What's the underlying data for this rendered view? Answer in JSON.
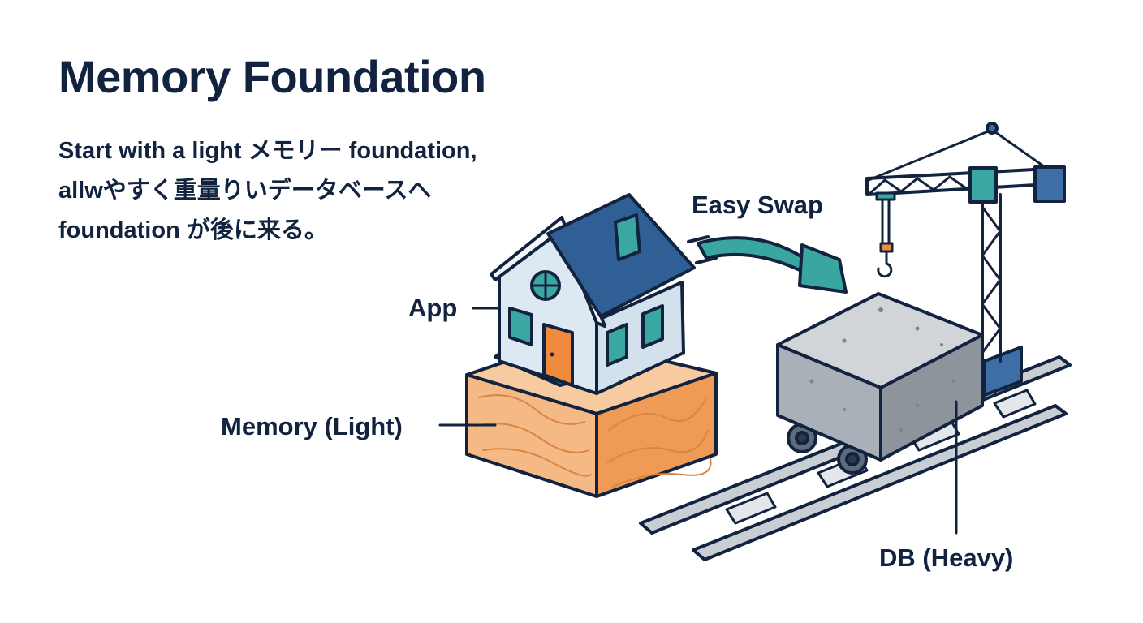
{
  "title": "Memory Foundation",
  "description": [
    "Start with a light メモリー foundation,",
    "allwやすく重量りいデータベースへ",
    "foundation が後に来る。"
  ],
  "labels": {
    "app": "App",
    "memory": "Memory (Light)",
    "swap": "Easy Swap",
    "db": "DB (Heavy)"
  },
  "colors": {
    "ink": "#12233f",
    "roof": "#2f5f95",
    "teal": "#3aa7a3",
    "wall": "#dde9f2",
    "door": "#f08a3c",
    "wood": "#f2b77e",
    "concrete": "#b9bec4",
    "arrow": "#3aa6a0"
  },
  "icons": [
    "house-icon",
    "wood-block-icon",
    "swap-arrow-icon",
    "concrete-block-icon",
    "crane-icon",
    "rail-track-icon"
  ]
}
